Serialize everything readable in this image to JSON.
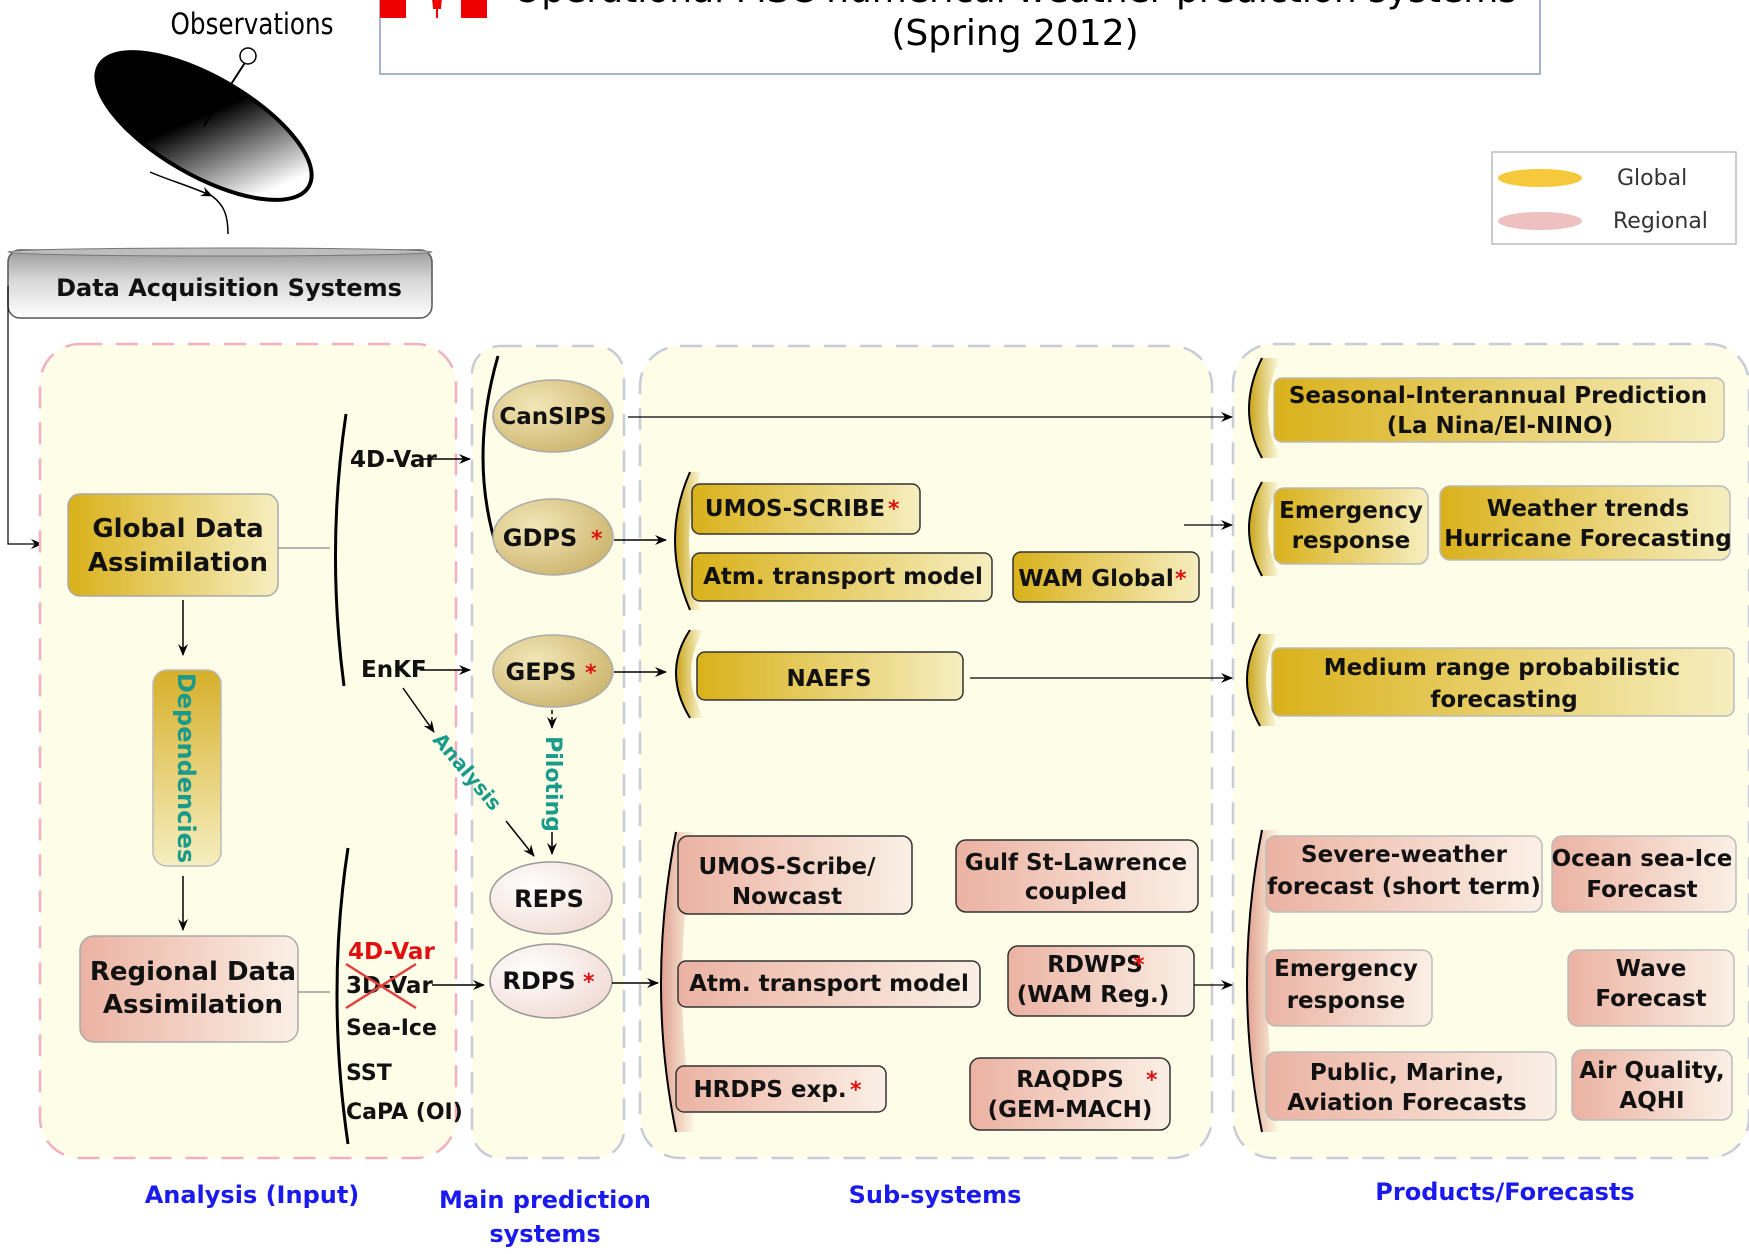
{
  "title": {
    "line1": "Operational MSC numerical weather prediction systems",
    "line2": "(Spring 2012)"
  },
  "observations": "Observations",
  "data_acquisition": "Data Acquisition Systems",
  "legend": {
    "global": "Global",
    "regional": "Regional"
  },
  "colors": {
    "global": "#e8c84a",
    "regional": "#f0c0b8",
    "panel_bg": "#fefde8",
    "section_label": "#1a1aee",
    "teal_label": "#1a9a8a",
    "red_mark": "#e01010"
  },
  "analysis": {
    "global_da": [
      "Global Data",
      "Assimilation"
    ],
    "regional_da": [
      "Regional Data",
      "Assimilation"
    ],
    "dependencies": "Dependencies",
    "global_methods": [
      "4D-Var",
      "EnKF"
    ],
    "regional_new": "4D-Var",
    "regional_old": "3D-Var",
    "regional_methods": [
      "Sea-Ice",
      "SST",
      "CaPA (OI)"
    ],
    "analysis_arrow": "Analysis"
  },
  "main": {
    "cansips": "CanSIPS",
    "gdps": "GDPS",
    "geps": "GEPS",
    "reps": "REPS",
    "rdps": "RDPS",
    "piloting": "Piloting",
    "star": "*"
  },
  "sub": {
    "umos_scribe": "UMOS-SCRIBE",
    "atm_global": "Atm. transport model",
    "wam_global": "WAM Global",
    "naefs": "NAEFS",
    "umos_nowcast": [
      "UMOS-Scribe/",
      "Nowcast"
    ],
    "gulf": [
      "Gulf St-Lawrence",
      "coupled"
    ],
    "atm_regional": "Atm. transport model",
    "rdwps": [
      "RDWPS",
      "(WAM Reg.)"
    ],
    "hrdps": "HRDPS exp.",
    "raqdps": [
      "RAQDPS",
      "(GEM-MACH)"
    ]
  },
  "products": {
    "seasonal": [
      "Seasonal-Interannual Prediction",
      "(La Nina/El-NINO)"
    ],
    "emergency_global": [
      "Emergency",
      "response"
    ],
    "weather_trends": [
      "Weather trends",
      "Hurricane Forecasting"
    ],
    "medium_range": [
      "Medium range probabilistic",
      "forecasting"
    ],
    "severe": [
      "Severe-weather",
      "forecast (short term)"
    ],
    "ocean_ice": [
      "Ocean sea-Ice",
      "Forecast"
    ],
    "emergency_regional": [
      "Emergency",
      "response"
    ],
    "wave": [
      "Wave",
      "Forecast"
    ],
    "public": [
      "Public, Marine,",
      "Aviation Forecasts"
    ],
    "air_quality": [
      "Air Quality,",
      "AQHI"
    ]
  },
  "sections": {
    "analysis": "Analysis (Input)",
    "main": [
      "Main prediction",
      "systems"
    ],
    "sub": "Sub-systems",
    "products": "Products/Forecasts"
  }
}
